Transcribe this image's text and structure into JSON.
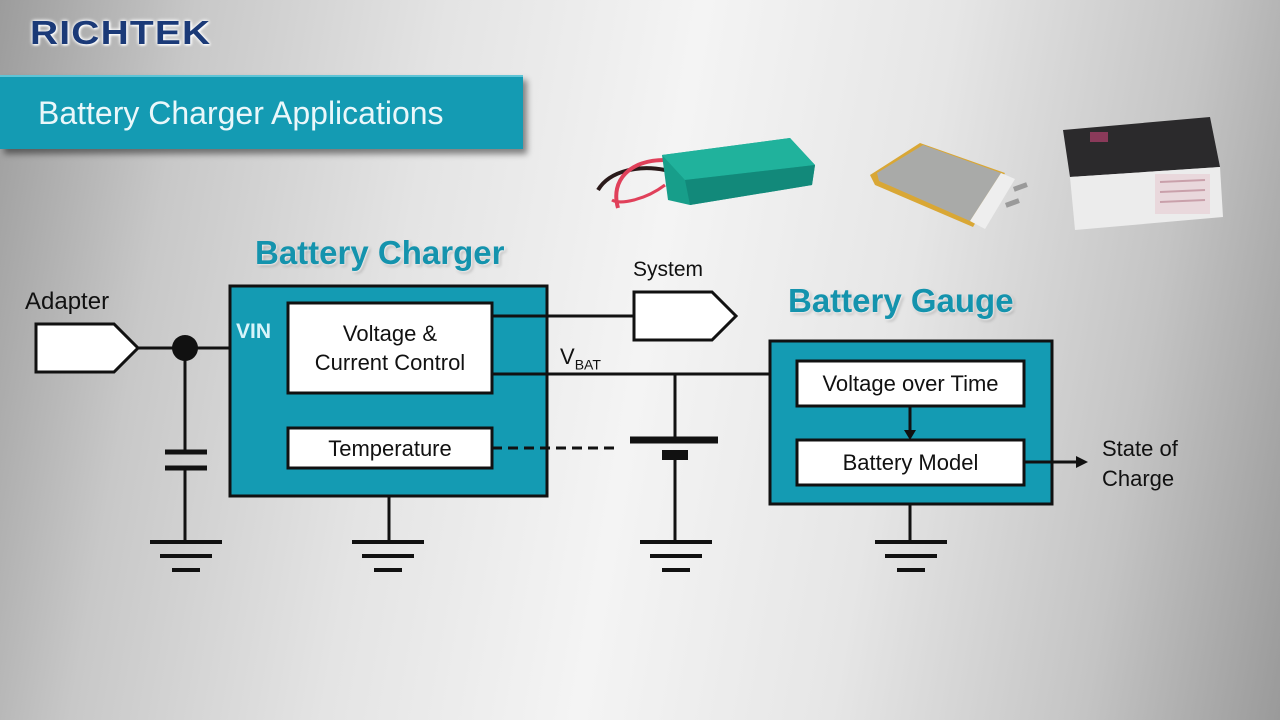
{
  "brand": {
    "logo_text": "RICHTEK"
  },
  "slide": {
    "title": "Battery Charger Applications"
  },
  "battery_images": [
    {
      "name": "nimh-battery-pack",
      "description": "green cylindrical cell pack with red/black leads"
    },
    {
      "name": "lipo-pouch-battery",
      "description": "flat lithium-polymer pouch cell"
    },
    {
      "name": "sealed-lead-acid-battery",
      "description": "black/white sealed lead-acid battery"
    }
  ],
  "diagram": {
    "adapter_label": "Adapter",
    "charger_heading": "Battery Charger",
    "vin_label": "VIN",
    "voltage_control_line1": "Voltage &",
    "voltage_control_line2": "Current Control",
    "temperature_label": "Temperature",
    "system_label": "System",
    "vbat_label": "V",
    "vbat_subscript": "BAT",
    "gauge_heading": "Battery Gauge",
    "voltage_over_time_label": "Voltage over Time",
    "battery_model_label": "Battery Model",
    "soc_line1": "State of",
    "soc_line2": "Charge"
  },
  "colors": {
    "teal": "#149bb3",
    "heading_teal": "#1493ad",
    "logo_blue": "#1b3a78"
  }
}
